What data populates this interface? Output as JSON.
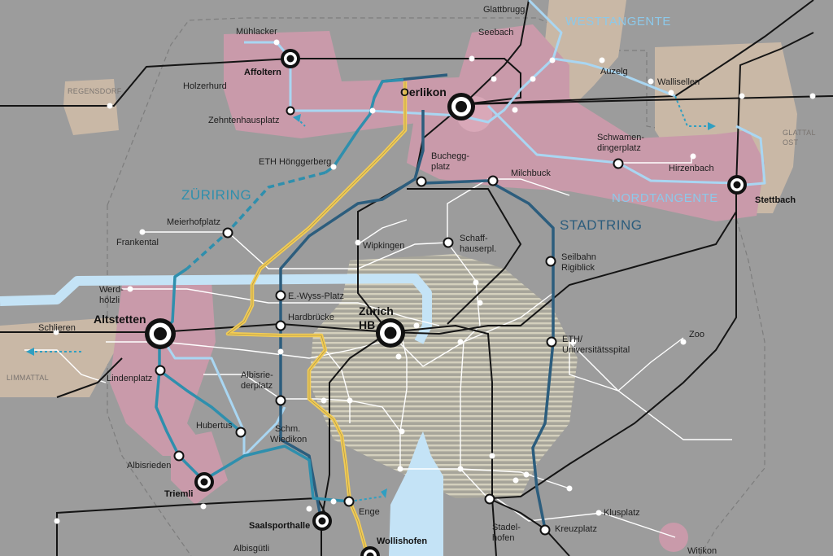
{
  "map": {
    "regions": {
      "regensdorf": "REGENSDORF",
      "limmattal": "LIMMATTAL",
      "glattal_ost_1": "GLATTAL",
      "glattal_ost_2": "OST"
    },
    "rings": {
      "westtangente": "WESTTANGENTE",
      "nordtangente": "NORDTANGENTE",
      "zueriring": "ZÜRIRING",
      "stadtring": "STADTRING"
    },
    "hubs": {
      "oerlikon": "Oerlikon",
      "altstetten": "Altstetten",
      "zuerich_hb_1": "Zürich",
      "zuerich_hb_2": "HB"
    },
    "stations": {
      "glattbrugg": "Glattbrugg",
      "seebach": "Seebach",
      "muehlacker": "Mühlacker",
      "affoltern": "Affoltern",
      "holzerhurd": "Holzerhurd",
      "zehntenhausplatz": "Zehntenhausplatz",
      "auzelg": "Auzelg",
      "wallisellen": "Wallisellen",
      "eth_hoenggerberg": "ETH Hönggerberg",
      "bucheggplatz_1": "Buchegg-",
      "bucheggplatz_2": "platz",
      "schwamendingerplatz_1": "Schwamen-",
      "schwamendingerplatz_2": "dingerplatz",
      "hirzenbach": "Hirzenbach",
      "milchbuck": "Milchbuck",
      "stettbach": "Stettbach",
      "meierhofplatz": "Meierhofplatz",
      "frankental": "Frankental",
      "wipkingen": "Wipkingen",
      "schaffhauserplatz_1": "Schaff-",
      "schaffhauserplatz_2": "hauserpl.",
      "seilbahn_rigiblick_1": "Seilbahn",
      "seilbahn_rigiblick_2": "Rigiblick",
      "werdhoelzli_1": "Werd-",
      "werdhoelzli_2": "hölzli",
      "e_wyss_platz": "E.-Wyss-Platz",
      "hardbruecke": "Hardbrücke",
      "schlieren": "Schlieren",
      "zoo": "Zoo",
      "eth_unispital_1": "ETH/",
      "eth_unispital_2": "Universitätsspital",
      "lindenplatz": "Lindenplatz",
      "albisriederplatz_1": "Albisrie-",
      "albisriederplatz_2": "derplatz",
      "hubertus": "Hubertus",
      "schmiede_wiedikon_1": "Schm.",
      "schmiede_wiedikon_2": "Wiedikon",
      "albisrieden": "Albisrieden",
      "triemli": "Triemli",
      "klusplatz": "Klusplatz",
      "stadelhofen_1": "Stadel-",
      "stadelhofen_2": "hofen",
      "kreuzplatz": "Kreuzplatz",
      "enge": "Enge",
      "saalsporthalle": "Saalsporthalle",
      "albisguetli": "Albisgütli",
      "wollishofen": "Wollishofen",
      "witikon": "Witikon"
    },
    "colors": {
      "background": "#9c9c9c",
      "pink_area": "#c99aaa",
      "beige_area": "#c9b8a6",
      "stadtring": "#2c5d7d",
      "zueriring": "#2f8fad",
      "tangente": "#a9d6f2",
      "yellow_line": "#f2cc55",
      "rail": "#141414",
      "lake": "#c4e3f6"
    }
  }
}
